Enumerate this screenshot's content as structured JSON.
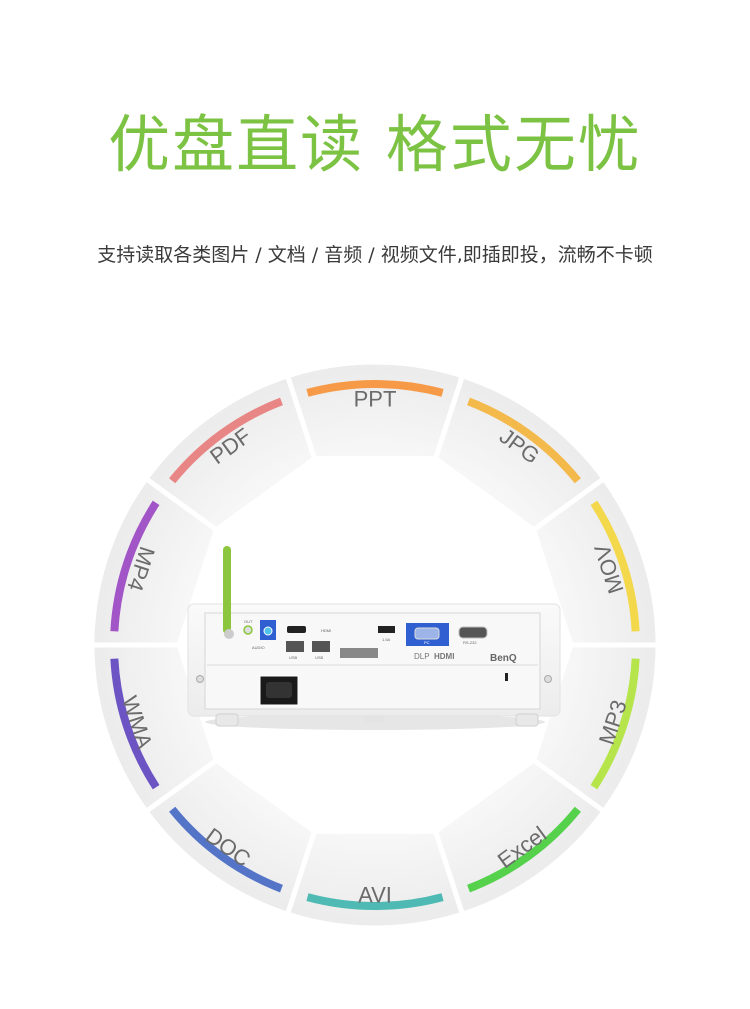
{
  "header": {
    "title": "优盘直读 格式无忧",
    "subtitle": "支持读取各类图片 / 文档 / 音频 / 视频文件,即插即投，流畅不卡顿"
  },
  "formats": [
    {
      "label": "PPT",
      "color": "#f79a48",
      "angle": 0,
      "rotate": 0
    },
    {
      "label": "JPG",
      "color": "#f4b94b",
      "angle": 36,
      "rotate": 36
    },
    {
      "label": "MOV",
      "color": "#f3d84c",
      "angle": 72,
      "rotate": -108
    },
    {
      "label": "MP3",
      "color": "#b5e54a",
      "angle": 108,
      "rotate": -72
    },
    {
      "label": "Excel",
      "color": "#55d14c",
      "angle": 144,
      "rotate": -36
    },
    {
      "label": "AVI",
      "color": "#4fbab3",
      "angle": 180,
      "rotate": 0
    },
    {
      "label": "DOC",
      "color": "#5474c8",
      "angle": 216,
      "rotate": 36
    },
    {
      "label": "WMA",
      "color": "#6d54c4",
      "angle": 252,
      "rotate": 72
    },
    {
      "label": "MP4",
      "color": "#a155c6",
      "angle": 288,
      "rotate": 108
    },
    {
      "label": "PDF",
      "color": "#e88585",
      "angle": 324,
      "rotate": -36
    }
  ],
  "projector": {
    "brand": "BenQ",
    "ports": {
      "audio_out": "OUT",
      "audio": "AUDIO",
      "hdmi": "HDMI",
      "usb1": "USB",
      "usb2": "USB",
      "usb_power": "1.5A",
      "pc": "PC",
      "rs232": "RS-232",
      "dlp": "DLP",
      "hdmi_logo": "HDMI"
    },
    "antenna_color": "#8cc63f",
    "port_highlight_color": "#2f5fd0"
  }
}
